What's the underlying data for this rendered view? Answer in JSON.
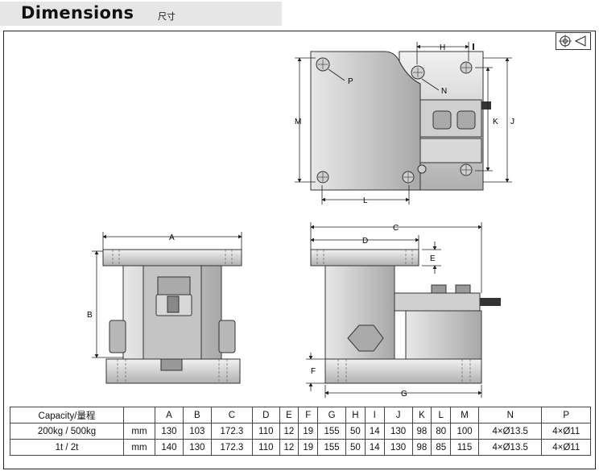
{
  "header": {
    "title": "Dimensions",
    "subtitle": "尺寸"
  },
  "drawing_labels": {
    "A": "A",
    "B": "B",
    "C": "C",
    "D": "D",
    "E": "E",
    "F": "F",
    "G": "G",
    "H": "H",
    "I": "I",
    "J": "J",
    "K": "K",
    "L": "L",
    "M": "M",
    "N": "N",
    "P": "P"
  },
  "table": {
    "header": [
      "Capacity/量程",
      "",
      "A",
      "B",
      "C",
      "D",
      "E",
      "F",
      "G",
      "H",
      "I",
      "J",
      "K",
      "L",
      "M",
      "N",
      "P"
    ],
    "rows": [
      [
        "200kg / 500kg",
        "mm",
        "130",
        "103",
        "172.3",
        "110",
        "12",
        "19",
        "155",
        "50",
        "14",
        "130",
        "98",
        "80",
        "100",
        "4×Ø13.5",
        "4×Ø11"
      ],
      [
        "1t / 2t",
        "mm",
        "140",
        "130",
        "172.3",
        "110",
        "12",
        "19",
        "155",
        "50",
        "14",
        "130",
        "98",
        "85",
        "115",
        "4×Ø13.5",
        "4×Ø11"
      ]
    ]
  },
  "colors": {
    "metal_light": "#dcdcdc",
    "metal_dark": "#8a8a8a",
    "line": "#222222"
  }
}
